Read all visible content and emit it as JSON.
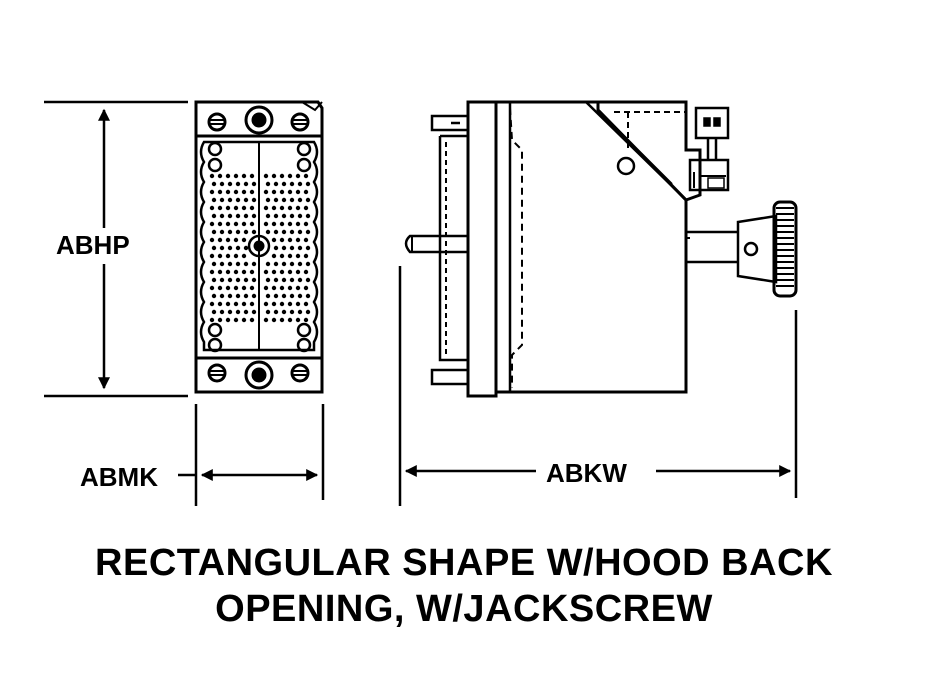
{
  "dimensions": {
    "height": "ABHP",
    "width": "ABMK",
    "length": "ABKW"
  },
  "caption": {
    "line1": "RECTANGULAR SHAPE W/HOOD BACK",
    "line2": "OPENING, W/JACKSCREW"
  },
  "colors": {
    "ink": "#000000",
    "paper": "#ffffff"
  }
}
